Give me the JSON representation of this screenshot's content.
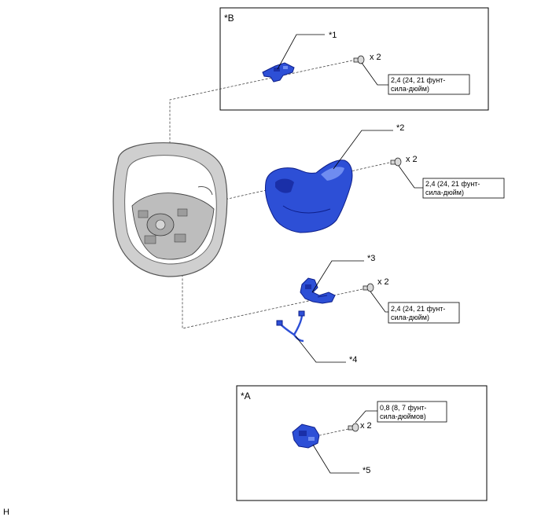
{
  "sections": {
    "b": {
      "label": "*B"
    },
    "a": {
      "label": "*A"
    }
  },
  "parts": {
    "p1": {
      "label": "*1"
    },
    "p2": {
      "label": "*2"
    },
    "p3": {
      "label": "*3"
    },
    "p4": {
      "label": "*4"
    },
    "p5": {
      "label": "*5"
    }
  },
  "bolts": {
    "b1": {
      "qty": "x 2",
      "torque_line1": "2,4 (24, 21 фунт-",
      "torque_line2": "сила-дюйм)"
    },
    "b2": {
      "qty": "x 2",
      "torque_line1": "2,4 (24, 21 фунт-",
      "torque_line2": "сила-дюйм)"
    },
    "b3": {
      "qty": "x 2",
      "torque_line1": "2,4 (24, 21 фунт-",
      "torque_line2": "сила-дюйм)"
    },
    "b5": {
      "qty": "x 2",
      "torque_line1": "0,8 (8, 7 фунт-",
      "torque_line2": "сила-дюймов)"
    }
  },
  "footer": {
    "code": "H"
  },
  "colors": {
    "part_blue": "#2d4fd6",
    "wheel_gray": "#cfcfcf"
  },
  "icons": [
    "bolt-icon",
    "steering-wheel-icon"
  ]
}
